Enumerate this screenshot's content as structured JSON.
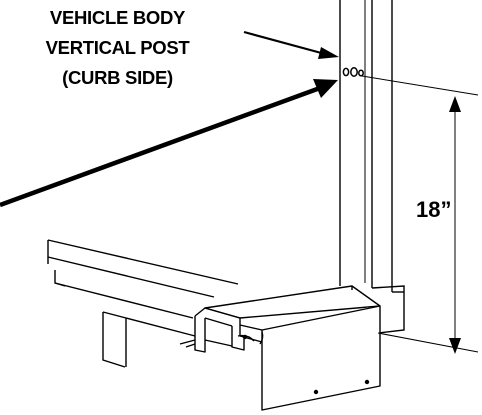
{
  "callout": {
    "line1": "VEHICLE BODY",
    "line2": "VERTICAL POST",
    "line3": "(CURB SIDE)"
  },
  "dimension": {
    "label": "18”"
  },
  "colors": {
    "ink": "#000000",
    "paper": "#ffffff"
  }
}
